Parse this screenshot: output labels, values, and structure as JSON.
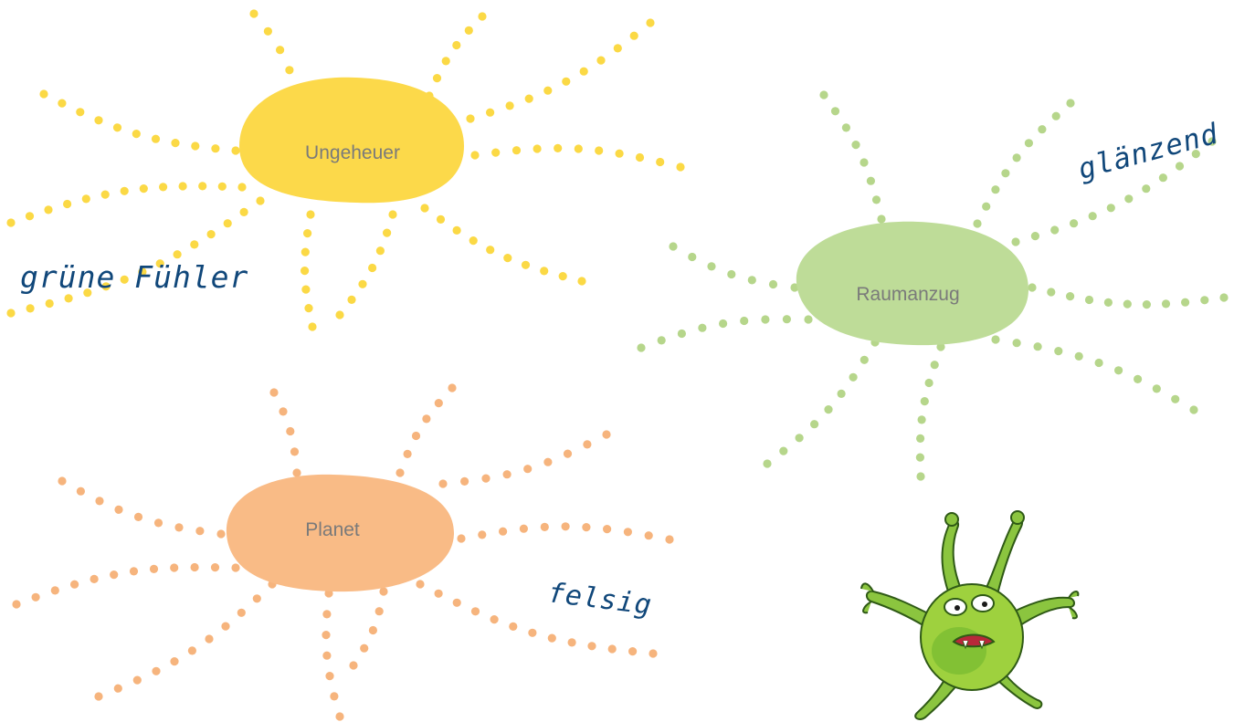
{
  "clusters": [
    {
      "id": "ungeheuer",
      "label": "Ungeheuer",
      "color": "#fcd94a",
      "dot_color": "#fbd945"
    },
    {
      "id": "raumanzug",
      "label": "Raumanzug",
      "color": "#bedc98",
      "dot_color": "#b6d68b"
    },
    {
      "id": "planet",
      "label": "Planet",
      "color": "#f9bb86",
      "dot_color": "#f6b47d"
    }
  ],
  "handwritten": {
    "gruene_fuehler": "grüne Fühler",
    "glaenzend": "glänzend",
    "felsig": "felsig"
  },
  "colors": {
    "handwriting": "#10477a",
    "hub_text": "#7a7a7a",
    "alien_green": "#8bc53f"
  }
}
